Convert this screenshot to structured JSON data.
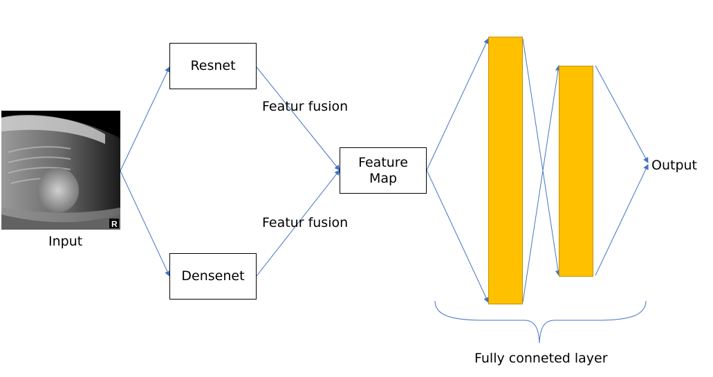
{
  "input": {
    "label": "Input",
    "badge": "R"
  },
  "backbones": {
    "resnet": "Resnet",
    "densenet": "Densenet"
  },
  "fusion": {
    "top_label": "Featur fusion",
    "bottom_label": "Featur fusion"
  },
  "feature_map": {
    "line1": "Feature",
    "line2": "Map"
  },
  "fc": {
    "label": "Fully conneted layer"
  },
  "output": {
    "label": "Output"
  },
  "colors": {
    "arrow": "#4472c4",
    "bar_fill": "#ffc000",
    "bar_stroke": "#c08f00"
  },
  "icons": {
    "xray": "chest-xray-image"
  }
}
